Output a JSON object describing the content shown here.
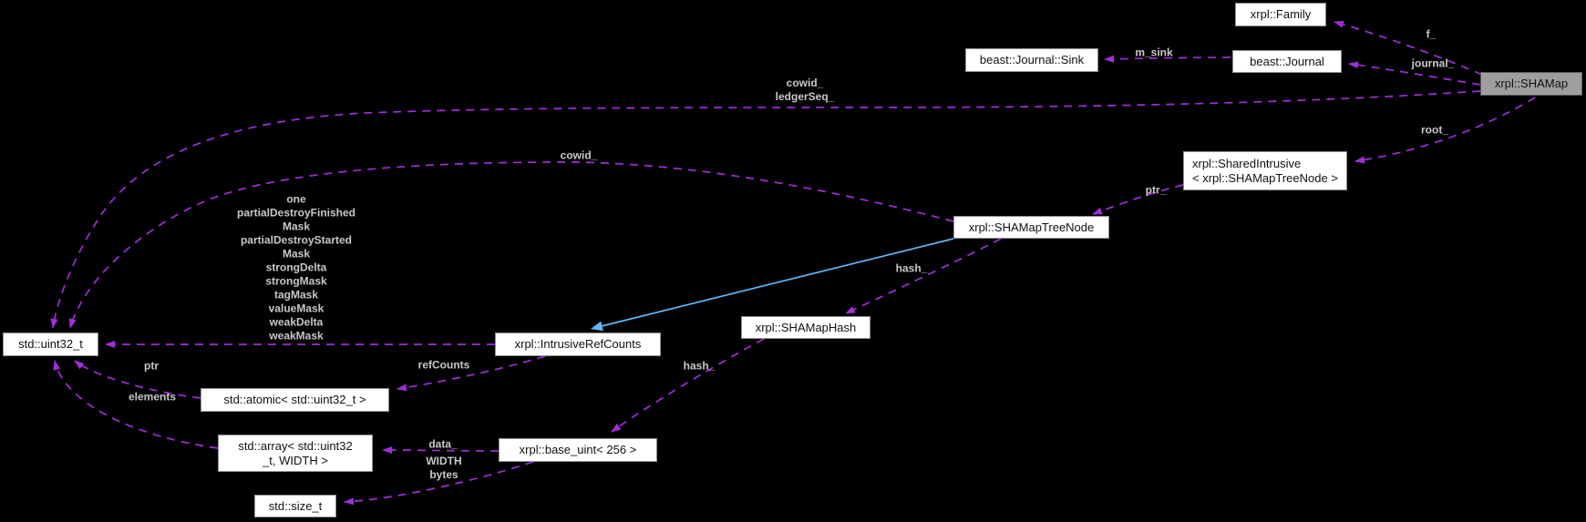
{
  "diagram_type": "doxygen-collaboration-graph",
  "colors": {
    "bg": "#000000",
    "edge": "#a22ddc",
    "inherit": "#63b5f7",
    "edge-label": "#c8c8c8",
    "node-fill": "#ffffff",
    "node-border": "#8f8f8f",
    "node-text": "#111111",
    "current-fill": "#9e9e9e",
    "current-border": "#5a5a5a"
  },
  "nodes": {
    "family": {
      "label": "xrpl::Family"
    },
    "journal_sink": {
      "label": "beast::Journal::Sink"
    },
    "journal": {
      "label": "beast::Journal"
    },
    "shamap": {
      "label": "xrpl::SHAMap"
    },
    "shared_intrusive": {
      "label": "xrpl::SharedIntrusive\n< xrpl::SHAMapTreeNode >"
    },
    "treenode": {
      "label": "xrpl::SHAMapTreeNode"
    },
    "uint32": {
      "label": "std::uint32_t"
    },
    "intrusive_refcounts": {
      "label": "xrpl::IntrusiveRefCounts"
    },
    "shamaphash": {
      "label": "xrpl::SHAMapHash"
    },
    "atomic": {
      "label": "std::atomic< std::uint32_t >"
    },
    "array": {
      "label": "std::array< std::uint32\n_t, WIDTH >"
    },
    "base_uint": {
      "label": "xrpl::base_uint< 256 >"
    },
    "size_t": {
      "label": "std::size_t"
    }
  },
  "edges": {
    "f": {
      "from": "shamap",
      "to": "family",
      "label": "f_"
    },
    "journal": {
      "from": "shamap",
      "to": "journal",
      "label": "journal_"
    },
    "m_sink": {
      "from": "journal",
      "to": "journal_sink",
      "label": "m_sink"
    },
    "cowid_ledgerseq": {
      "from": "shamap",
      "to": "uint32",
      "label": "cowid_\nledgerSeq_"
    },
    "root": {
      "from": "shamap",
      "to": "shared_intrusive",
      "label": "root_"
    },
    "ptr_shared": {
      "from": "shared_intrusive",
      "to": "treenode",
      "label": "ptr_"
    },
    "cowid": {
      "from": "treenode",
      "to": "uint32",
      "label": "cowid_"
    },
    "hash_treenode": {
      "from": "treenode",
      "to": "shamaphash",
      "label": "hash_"
    },
    "masks": {
      "from": "intrusive_refcounts",
      "to": "uint32",
      "label": "one\npartialDestroyFinished\nMask\npartialDestroyStarted\nMask\nstrongDelta\nstrongMask\ntagMask\nvalueMask\nweakDelta\nweakMask"
    },
    "refcounts": {
      "from": "intrusive_refcounts",
      "to": "atomic",
      "label": "refCounts"
    },
    "ptr_atomic": {
      "from": "atomic",
      "to": "uint32",
      "label": "ptr"
    },
    "elements": {
      "from": "array",
      "to": "uint32",
      "label": "elements"
    },
    "hash_shamaphash": {
      "from": "shamaphash",
      "to": "base_uint",
      "label": "hash_"
    },
    "data": {
      "from": "base_uint",
      "to": "array",
      "label": "data_"
    },
    "width_bytes": {
      "from": "base_uint",
      "to": "size_t",
      "label": "WIDTH\nbytes"
    },
    "inheritance": {
      "from": "treenode",
      "to": "intrusive_refcounts",
      "label": "",
      "type": "public-inheritance"
    }
  }
}
